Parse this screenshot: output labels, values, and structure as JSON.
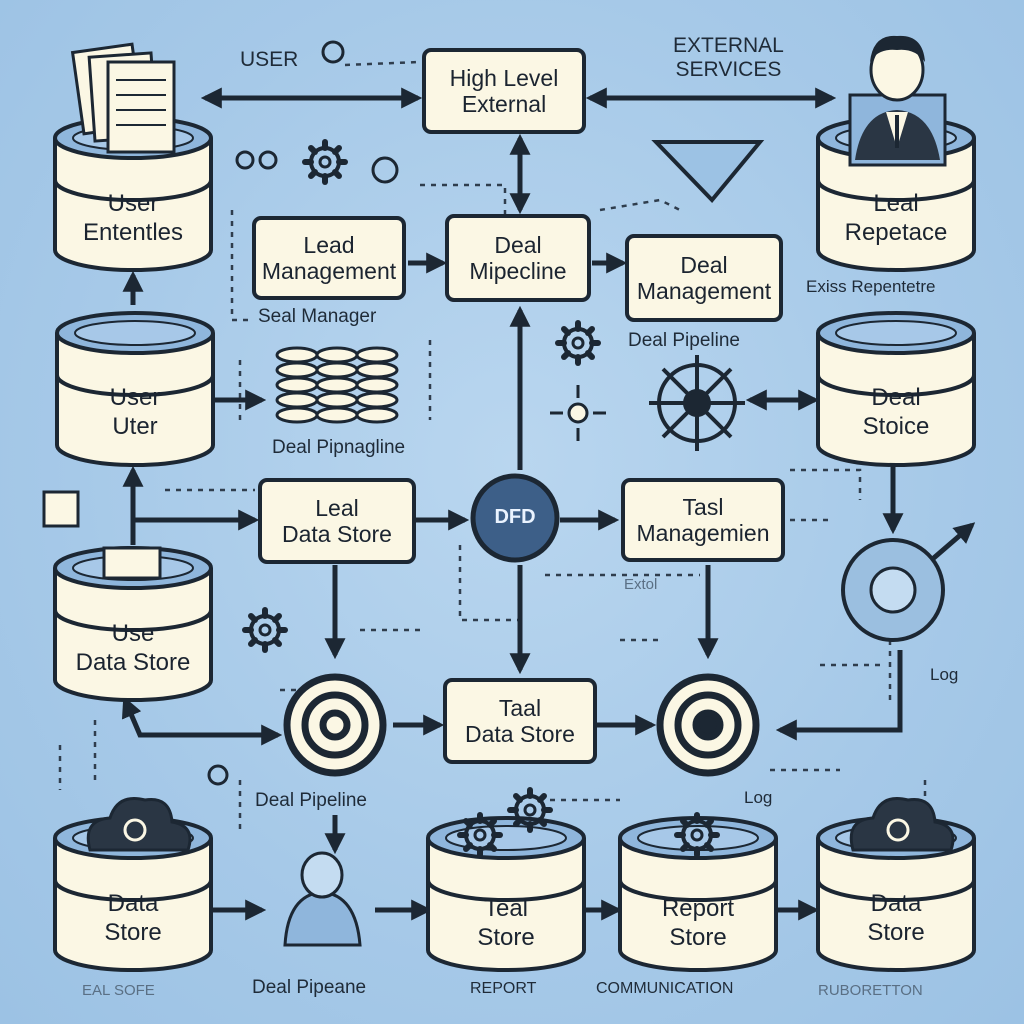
{
  "header": {
    "user": "USER",
    "external_services": [
      "EXTERNAL",
      "SERVICES"
    ]
  },
  "boxes": {
    "high_level": [
      "High Level",
      "External"
    ],
    "lead_mgmt": [
      "Lead",
      "Management"
    ],
    "deal_pipeline": [
      "Deal",
      "Mipecline"
    ],
    "deal_mgmt": [
      "Deal",
      "Management"
    ],
    "lead_store": [
      "Leal",
      "Data Store"
    ],
    "task_mgmt": [
      "Tasl",
      "Managemien"
    ],
    "taal_store": [
      "Taal",
      "Data Store"
    ]
  },
  "cylinders": {
    "user_entities": [
      "User",
      "Ententles"
    ],
    "leal_rep": [
      "Leal",
      "Repetace"
    ],
    "user_uter": [
      "User",
      "Uter"
    ],
    "deal_store": [
      "Deal",
      "Stoice"
    ],
    "use_data": [
      "Use",
      "Data Store"
    ],
    "data_store_left": [
      "Data",
      "Store"
    ],
    "teal_store": [
      "Teal",
      "Store"
    ],
    "report_store": [
      "Report",
      "Store"
    ],
    "data_store_right": [
      "Data",
      "Store"
    ]
  },
  "hub": "DFD",
  "labels": {
    "seal_manager": "Seal Manager",
    "deal_pipeline_mid": "Deal Pipeline",
    "exiss_rep": "Exiss Repentetre",
    "deal_pipnagline": "Deal Pipnagline",
    "extol": "Extol",
    "log_right": "Log",
    "deal_pipeline_low": "Deal Pipeline",
    "log_mid": "Log",
    "eal_sofe": "EAL SOFE",
    "deal_pipeane": "Deal Pipeane",
    "report": "REPORT",
    "communication": "COMMUNICATION",
    "ruboretton": "RUBORETTON"
  },
  "colors": {
    "background": "#a9cbe9",
    "box_fill": "#fbf7e4",
    "outline": "#1c2733",
    "cylinder_top": "#8fb6dc",
    "hub_fill": "#3d5f88"
  }
}
